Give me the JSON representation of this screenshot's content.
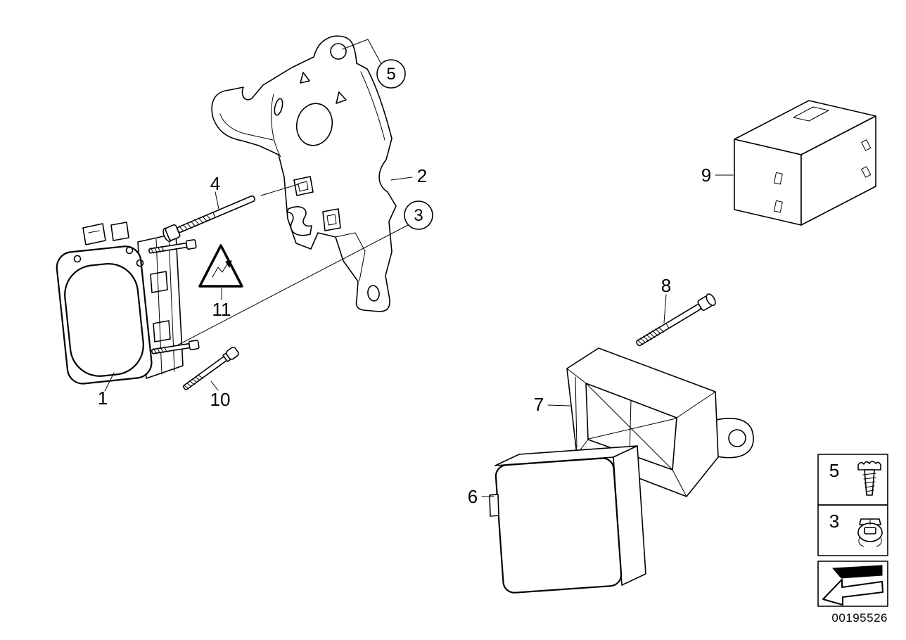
{
  "colors": {
    "line": "#000000",
    "background": "#ffffff"
  },
  "callouts": {
    "c1": "1",
    "c2": "2",
    "c3": "3",
    "c4": "4",
    "c5": "5",
    "c6": "6",
    "c7": "7",
    "c8": "8",
    "c9": "9",
    "c10": "10",
    "c11": "11"
  },
  "legend": {
    "row1_label": "5",
    "row1_icon": "torx-screw-icon",
    "row2_label": "3",
    "row2_icon": "clip-nut-icon",
    "arrow_icon": "view-direction-arrow-icon"
  },
  "footer": {
    "doc_number": "00195526"
  }
}
